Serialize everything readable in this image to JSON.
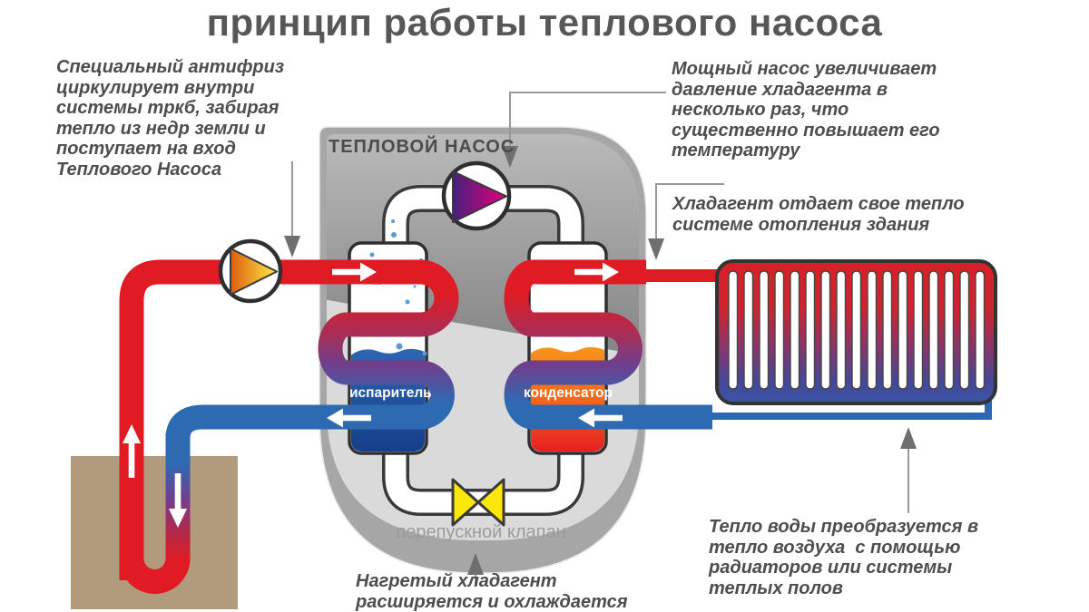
{
  "title": "принцип работы теплового насоса",
  "heat_pump": {
    "unit_label": "ТЕПЛОВОЙ  НАСОС",
    "evaporator_label": "испаритель",
    "condenser_label": "конденсатор",
    "valve_label": "перепускной клапан"
  },
  "annotations": {
    "antifreeze": "Специальный антифриз\nциркулирует внутри\nсистемы тркб, забирая\nтепло из недр земли и\nпоступает на вход\nТеплового Насоса",
    "compressor": "Мощный насос увеличивает\nдавление хладагента в\nнесколько раз, что\nсущественно повышает его\nтемпературу",
    "heat_transfer": "Хладагент отдает свое тепло\nсистеме отопления здания",
    "radiators": "Тепло воды преобразуется в\nтепло воздуха  с помощью\nрадиаторов или системы\nтеплых полов",
    "expansion": "Нагретый хладагент\nрасширяется и охлаждается"
  },
  "colors": {
    "hot_pipe": "#e01b24",
    "cold_pipe": "#2e6ab2",
    "coil_mid_crimson": "#b32a4c",
    "coil_mid_purple": "#6f3f8e",
    "valve_yellow": "#fbe70a",
    "ground_brown": "#b29a7c",
    "body_gray": "#a6a6a6",
    "body_inner_gray": "#dadada",
    "pump_magenta": "#e5007d",
    "pump_orange": "#dd5c10",
    "text_gray": "#4d4d4d"
  }
}
